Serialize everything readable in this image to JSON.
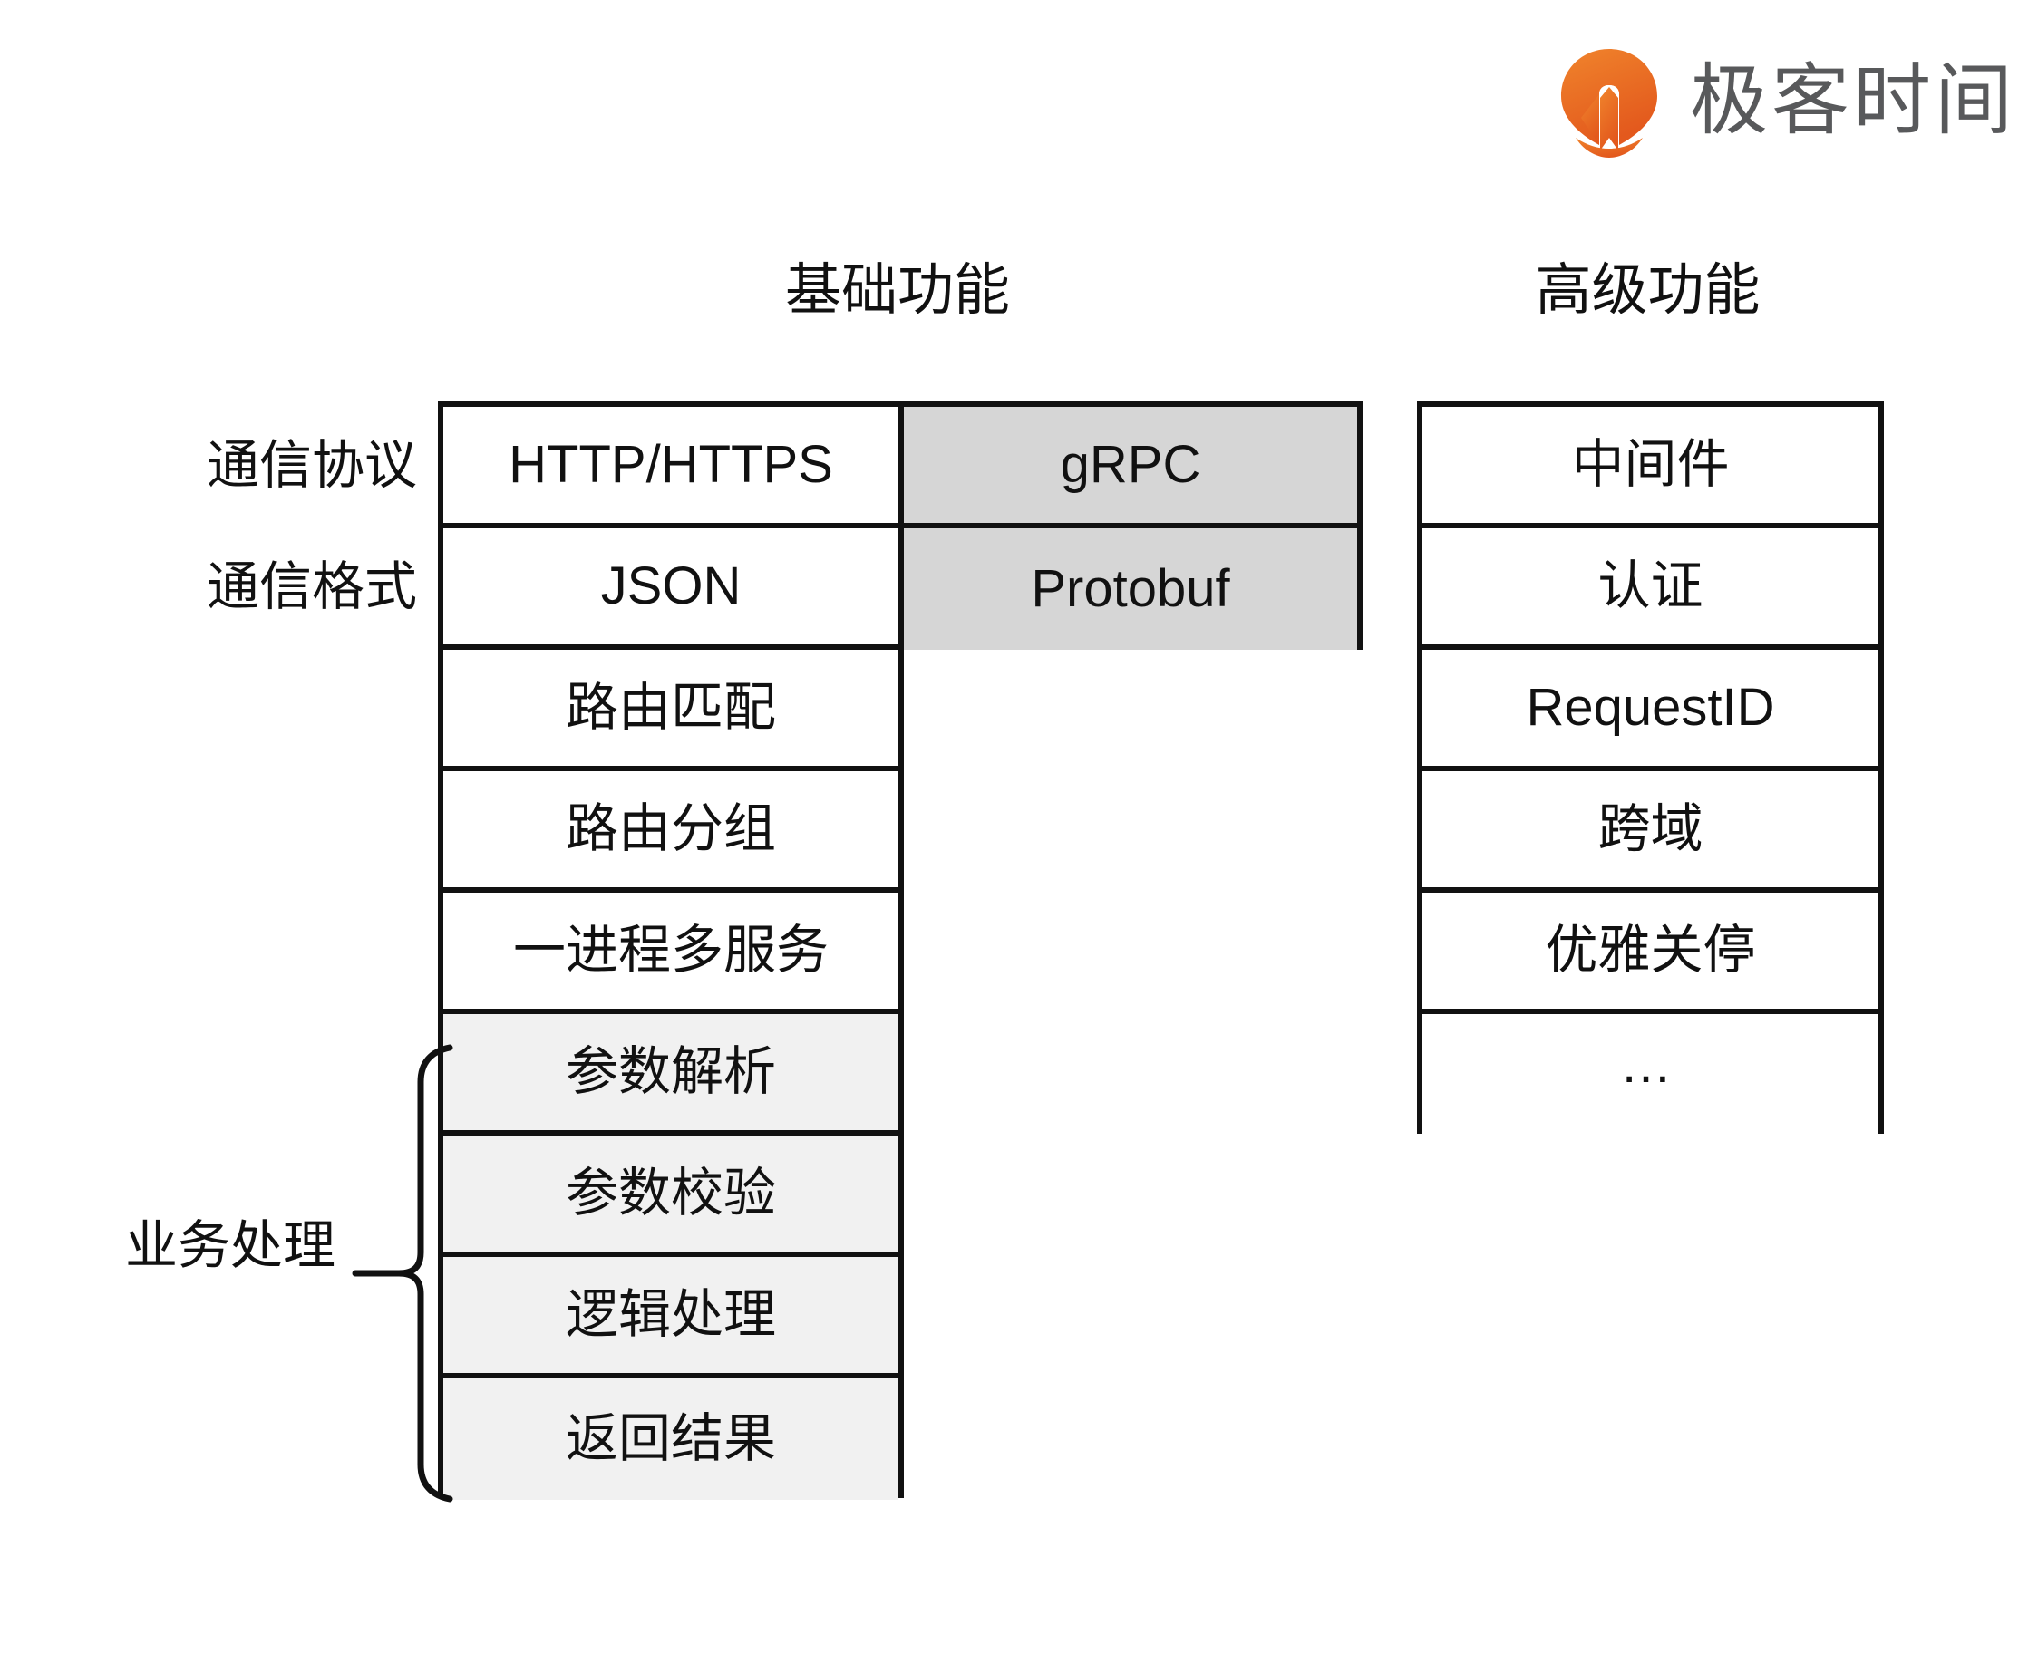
{
  "brand": {
    "logo_icon": "geektime-pin-icon",
    "logo_text": "极客时间",
    "logo_color": "#ec6a28",
    "logo_text_color": "#58595b"
  },
  "headers": {
    "basic": "基础功能",
    "advanced": "高级功能"
  },
  "row_labels": {
    "protocol": "通信协议",
    "format": "通信格式"
  },
  "group": {
    "business_label": "业务处理",
    "brace_icon": "curly-brace-icon"
  },
  "colors": {
    "border": "#111111",
    "shade_dark": "#d6d6d6",
    "shade_light": "#f1f1f1",
    "background": "#ffffff"
  },
  "tables": {
    "basic_left": {
      "cells": [
        {
          "label": "HTTP/HTTPS",
          "shade": "none"
        },
        {
          "label": "JSON",
          "shade": "none"
        },
        {
          "label": "路由匹配",
          "shade": "none"
        },
        {
          "label": "路由分组",
          "shade": "none"
        },
        {
          "label": "一进程多服务",
          "shade": "none"
        },
        {
          "label": "参数解析",
          "shade": "light"
        },
        {
          "label": "参数校验",
          "shade": "light"
        },
        {
          "label": "逻辑处理",
          "shade": "light"
        },
        {
          "label": "返回结果",
          "shade": "light"
        }
      ]
    },
    "basic_right": {
      "cells": [
        {
          "label": "gRPC",
          "shade": "dark"
        },
        {
          "label": "Protobuf",
          "shade": "dark"
        }
      ]
    },
    "advanced": {
      "cells": [
        {
          "label": "中间件",
          "shade": "none"
        },
        {
          "label": "认证",
          "shade": "none"
        },
        {
          "label": "RequestID",
          "shade": "none"
        },
        {
          "label": "跨域",
          "shade": "none"
        },
        {
          "label": "优雅关停",
          "shade": "none"
        },
        {
          "label": "…",
          "shade": "none"
        }
      ]
    }
  }
}
